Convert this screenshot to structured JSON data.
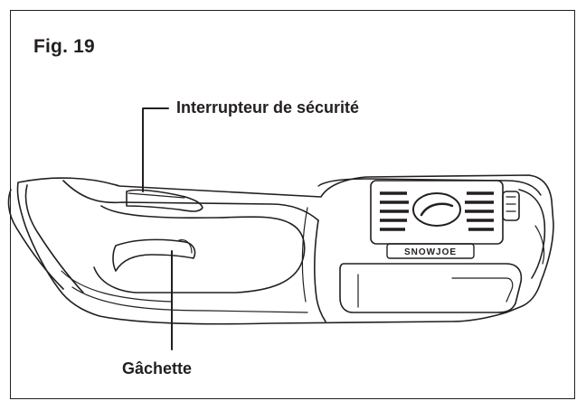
{
  "figure": {
    "title": "Fig. 19",
    "labels": {
      "safety_switch": "Interrupteur de sécurité",
      "trigger": "Gâchette"
    },
    "brand_mark": "SNOWJOE",
    "line_color": "#231f20"
  }
}
